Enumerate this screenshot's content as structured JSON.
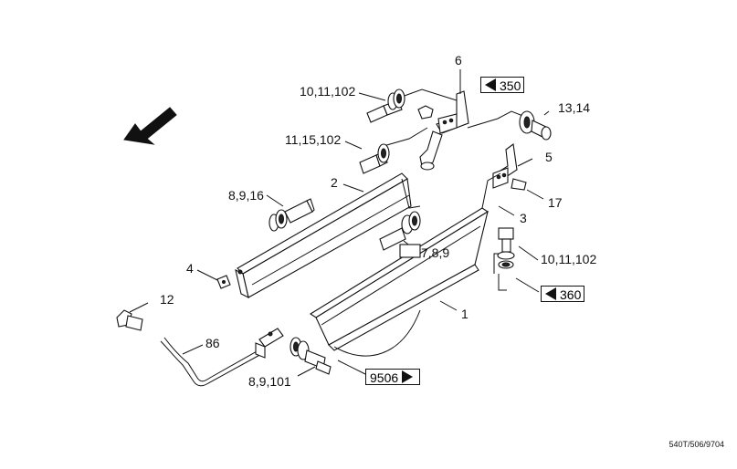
{
  "callouts": {
    "c6": "6",
    "c10_11_102_top": "10,11,102",
    "c13_14": "13,14",
    "c11_15_102": "11,15,102",
    "c5": "5",
    "c2": "2",
    "c8_9_16": "8,9,16",
    "c17": "17",
    "c3": "3",
    "c7_8_9": "7,8,9",
    "c10_11_102_right": "10,11,102",
    "c4": "4",
    "c12": "12",
    "c1": "1",
    "c86": "86",
    "c8_9_101": "8,9,101"
  },
  "references": {
    "r350": "350",
    "r360": "360",
    "r9506": "9506"
  },
  "drawing_code": "540T/506/9704",
  "icons": {
    "direction_arrow": "front-direction-arrow-icon",
    "ref_left_arrow": "triangle-left-icon",
    "ref_right_arrow": "triangle-right-icon"
  }
}
